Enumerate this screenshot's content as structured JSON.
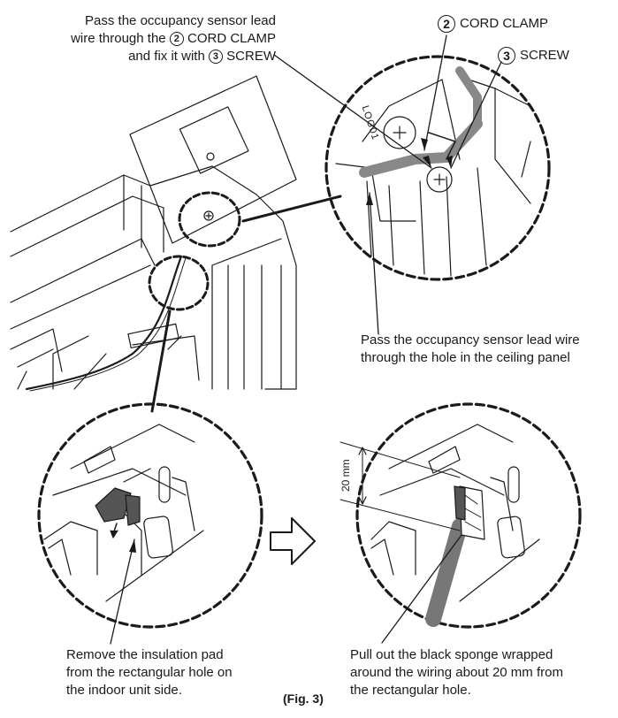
{
  "labels": {
    "top_left_l1": "Pass the occupancy sensor lead",
    "top_left_l2a": "wire through the",
    "top_left_l2b": "CORD CLAMP",
    "top_left_l3a": "and fix it with",
    "top_left_l3b": "SCREW",
    "cord_clamp_num": "2",
    "cord_clamp": "CORD CLAMP",
    "screw_num": "3",
    "screw": "SCREW",
    "ceiling_l1": "Pass the occupancy sensor lead wire",
    "ceiling_l2": "through the hole in the ceiling panel",
    "remove_l1": "Remove the insulation pad",
    "remove_l2": "from the rectangular hole on",
    "remove_l3": "the indoor unit side.",
    "pull_l1": "Pull out the black sponge wrapped",
    "pull_l2": "around the wiring about 20 mm from",
    "pull_l3": "the rectangular hole.",
    "dimension": "20 mm",
    "part_mark": "LOG01",
    "caption": "(Fig. 3)"
  }
}
